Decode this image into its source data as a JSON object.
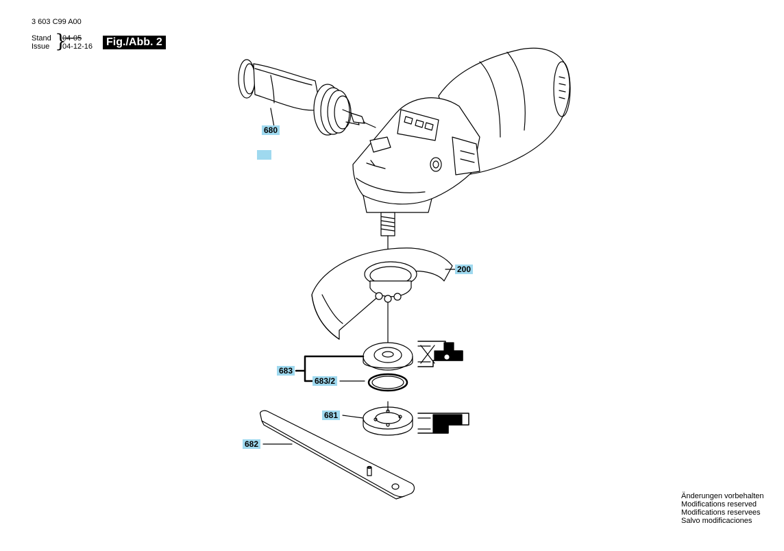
{
  "header": {
    "doc_number": "3 603 C99 A00",
    "stand_label": "Stand",
    "issue_label": "Issue",
    "stand_date": "04-05",
    "issue_date": "04-12-16"
  },
  "figure": {
    "title": "Fig./Abb. 2"
  },
  "callouts": {
    "c680": "680",
    "c200": "200",
    "c683": "683",
    "c683_2": "683/2",
    "c681": "681",
    "c682": "682"
  },
  "notes": [
    "Änderungen vorbehalten",
    "Modifications reserved",
    "Modifications reservees",
    "Salvo modificaciones"
  ],
  "colors": {
    "callout_bg": "#9fd9ef",
    "ink": "#000000"
  }
}
